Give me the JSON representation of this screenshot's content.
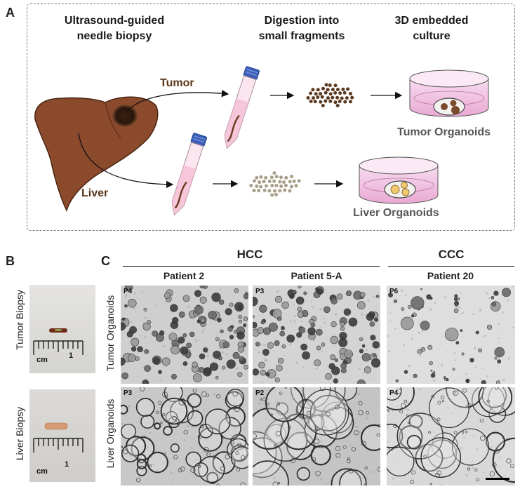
{
  "panel_a": {
    "letter": "A",
    "steps": {
      "biopsy": [
        "Ultrasound-guided",
        "needle biopsy"
      ],
      "digestion": [
        "Digestion into",
        "small fragments"
      ],
      "culture": [
        "3D embedded",
        "culture"
      ]
    },
    "tumor_label": "Tumor",
    "liver_label": "Liver",
    "tumor_organoids": "Tumor Organoids",
    "liver_organoids": "Liver Organoids"
  },
  "panel_b": {
    "letter": "B",
    "tumor_biopsy": "Tumor Biopsy",
    "liver_biopsy": "Liver Biopsy",
    "ruler_unit": "cm",
    "ruler_mark": "1"
  },
  "panel_c": {
    "letter": "C",
    "groups": [
      "HCC",
      "CCC"
    ],
    "patients": [
      "Patient 2",
      "Patient 5-A",
      "Patient 20"
    ],
    "row_labels": [
      "Tumor Organoids",
      "Liver Organoids"
    ],
    "passages": {
      "tumor": [
        "P4",
        "P3",
        "P6"
      ],
      "liver": [
        "P3",
        "P2",
        "P4"
      ]
    }
  },
  "colors": {
    "liver": "#8a4a2b",
    "tumor_fragment": "#5b3a22",
    "liver_fragment": "#a89f8a",
    "dish": "#f3c8e6",
    "tube_cap": "#3c5fb8",
    "label_brown": "#5a3416"
  }
}
